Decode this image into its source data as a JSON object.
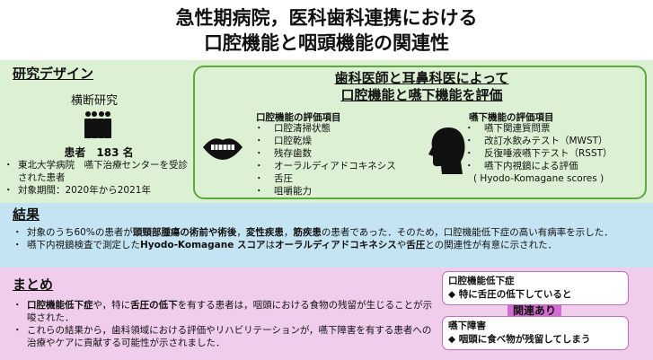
{
  "title": {
    "line1": "急性期病院，医科歯科連携における",
    "line2": "口腔機能と咽頭機能の関連性"
  },
  "design": {
    "heading": "研究デザイン",
    "study_type": "横断研究",
    "patients_label": "患者　183 名",
    "bullets": [
      "東北大学病院　嚥下治療センターを受診された患者",
      "対象期間：2020年から2021年"
    ],
    "box": {
      "title1": "歯科医師と耳鼻科医によって",
      "title2": "口腔機能と嚥下機能を評価",
      "oral_heading": "口腔機能の評価項目",
      "oral_items": [
        "口腔清掃状態",
        "口腔乾燥",
        "残存歯数",
        "オーラルディアドコキネシス",
        "舌圧",
        "咀嚼能力"
      ],
      "swallow_heading": "嚥下機能の評価項目",
      "swallow_items": [
        "嚥下関連質問票",
        "改訂水飲みテスト（MWST）",
        "反復唾液嚥下テスト（RSST）",
        "嚥下内視鏡による評価"
      ],
      "swallow_note": "( Hyodo-Komagane scores )"
    }
  },
  "results": {
    "heading": "結果",
    "b1": [
      "対象のうち60%の患者が",
      "頭頸部腫瘍の術前や術後",
      "，",
      "変性疾患",
      "，",
      "筋疾患",
      "の患者であった．そのため，口腔機能低下症の高い有病率を示した．"
    ],
    "b2": [
      "嚥下内視鏡検査で測定した",
      "Hyodo-Komagane スコア",
      "は",
      "オーラルディアドコキネシス",
      "や",
      "舌圧",
      "との関連性が有意に示された．"
    ]
  },
  "summary": {
    "heading": "まとめ",
    "b1": [
      "口腔機能低下症",
      "や，特に",
      "舌圧の低下",
      "を有する患者は，咽頭における食物の残留が生じることが示唆された．"
    ],
    "b2": "これらの結果から，歯科領域における評価やリハビリテーションが，嚥下障害を有する患者への治療やケアに貢献する可能性が示されました．",
    "box1_title": "口腔機能低下症",
    "box1_item": "◆ 特に舌圧の低下していると",
    "arrow_label": "関連あり",
    "box2_title": "嚥下障害",
    "box2_item": "◆ 咽頭に食べ物が残留してしまう"
  }
}
